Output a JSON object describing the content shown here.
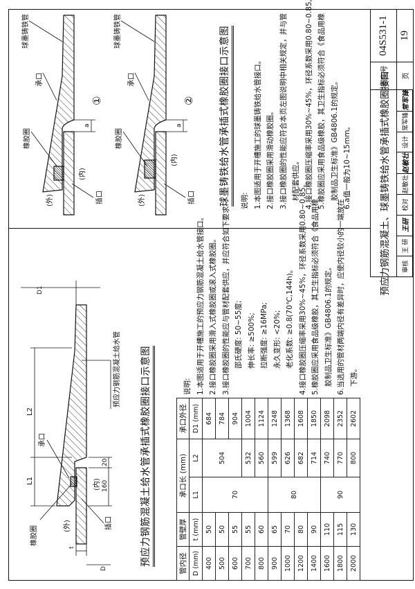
{
  "title_block": {
    "title": "预应力钢筋混凝土、球墨铸铁给水管承插式橡胶圈接口",
    "atlas_label": "图集号",
    "atlas_no": "04S531-1",
    "page_label": "页",
    "page_no": "19",
    "signatures": [
      {
        "role": "审核",
        "name": "王 研",
        "sign": "王研"
      },
      {
        "role": "校对",
        "name": "赵敏壮",
        "sign": "赵敏壮"
      },
      {
        "role": "设计",
        "name": "常军锋",
        "sign": "常军锋"
      }
    ]
  },
  "concrete": {
    "title": "预应力钢筋混凝土给水管承插式橡胶圈接口示意图",
    "labels": {
      "gasket": "橡胶圈",
      "socket": "承口",
      "spigot": "插口",
      "outside": "(外)",
      "inside": "(内)",
      "pipe": "预应力钢筋混凝土给水管",
      "l1": "L1",
      "l2": "L2",
      "dim160": "160",
      "dim20": "20",
      "t": "t",
      "d": "D",
      "d1": "D1"
    },
    "table": {
      "headers": {
        "inner_dia": "管内径",
        "inner_dia_unit": "D (mm)",
        "wall": "管壁厚",
        "wall_unit": "t (mm)",
        "socket_len": "承口长 (mm)",
        "l1": "L1",
        "l2": "L2",
        "socket_od": "承口外径",
        "socket_od_unit": "D1 (mm)"
      },
      "D": [
        "400",
        "500",
        "600",
        "700",
        "800",
        "900",
        "1000",
        "1200",
        "1400",
        "1600",
        "1800",
        "2000"
      ],
      "t": [
        "50",
        "50",
        "55",
        "55",
        "60",
        "65",
        "70",
        "80",
        "90",
        "110",
        "115",
        "130"
      ],
      "L1": [
        {
          "value": "70",
          "rowspan": 5
        },
        {
          "value": "80",
          "rowspan": 4
        },
        {
          "value": "90",
          "rowspan": 3
        }
      ],
      "L2": [
        {
          "value": "504",
          "rowspan": 3
        },
        {
          "value": "532",
          "rowspan": 1
        },
        {
          "value": "560",
          "rowspan": 1
        },
        {
          "value": "599",
          "rowspan": 1
        },
        {
          "value": "626",
          "rowspan": 1
        },
        {
          "value": "682",
          "rowspan": 1
        },
        {
          "value": "714",
          "rowspan": 1
        },
        {
          "value": "740",
          "rowspan": 1
        },
        {
          "value": "770",
          "rowspan": 1
        },
        {
          "value": "800",
          "rowspan": 1
        }
      ],
      "D1": [
        "684",
        "784",
        "904",
        "1004",
        "1124",
        "1248",
        "1368",
        "1608",
        "1850",
        "2098",
        "2352",
        "2602"
      ]
    },
    "notes_title": "说明:",
    "notes": [
      {
        "text": "1.本图适用于开槽施工的预应力钢筋混凝土给水管接口。",
        "indent": false
      },
      {
        "text": "2.接口橡胶圈采用滑入式橡胶圈或滚入式橡胶圈。",
        "indent": false
      },
      {
        "text": "3.接口橡胶圈的性能应与管材配套供应，并应符合如下要求:",
        "indent": false
      },
      {
        "text": "邵氏硬度: 50~55度;",
        "indent": true
      },
      {
        "text": "伸长率:  ≥500%;",
        "indent": true
      },
      {
        "text": "拉断强度: ≥16MPa;",
        "indent": true
      },
      {
        "text": "永久变形: <20%;",
        "indent": true
      },
      {
        "text": "老化系数: ≥0.8(70℃,144h)。",
        "indent": true
      },
      {
        "text": "4.接口橡胶圈压缩率采用30%~45%，环径系数采用0.80~0.85。",
        "indent": false
      },
      {
        "text": "5.橡胶圈应采用食品级橡胶，其卫生指标必须符合《食品用橡",
        "indent": false
      },
      {
        "text": "胶制品卫生标准》GB4806.1的规定。",
        "indent": "half"
      },
      {
        "text": "6.当选用的管材两端内径有差异时，应使内径较小的一端放在",
        "indent": false
      },
      {
        "text": "下游。",
        "indent": "half"
      }
    ]
  },
  "ductile": {
    "title": "球墨铸铁给水管承插式橡胶圈接口示意图",
    "labels": {
      "pipe": "球墨铸铁管",
      "socket": "承口",
      "gasket": "橡胶圈",
      "spigot": "插口",
      "outside": "(外)",
      "inside": "(内)",
      "a": "a",
      "fig1": "①",
      "fig2": "②"
    },
    "notes_title": "说明:",
    "notes": [
      {
        "text": "1.本图适用于开槽施工的球墨铸铁给水管接口。",
        "indent": false
      },
      {
        "text": "2.接口橡胶圈采用滑动橡胶圈。",
        "indent": false
      },
      {
        "text": "3.接口橡胶圈的性能应符合本页左图说明中相关规定，并与管",
        "indent": false
      },
      {
        "text": "材配套供应。",
        "indent": "half"
      },
      {
        "text": "4.接口橡胶圈压缩率采用30%~45%，环径系数采用0.80~0.85。",
        "indent": false
      },
      {
        "text": "5.橡胶圈应采用食品级橡胶，其卫生指标必须符合《食品用橡",
        "indent": false
      },
      {
        "text": "胶制品卫生标准》GB4806.1的规定。",
        "indent": "half"
      },
      {
        "text": "6.a值一般为10~15mm。",
        "indent": false
      }
    ]
  }
}
